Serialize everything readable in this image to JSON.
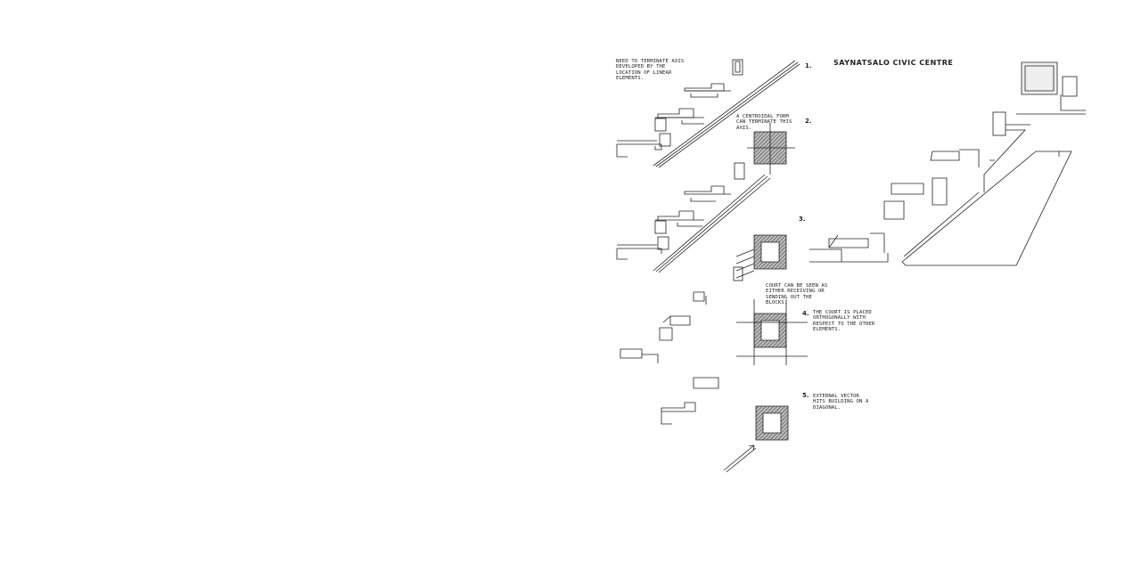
{
  "title": "SAYNATSALO CIVIC CENTRE",
  "steps": [
    {
      "number": "1.",
      "note": "NEED TO TERMINATE AXIS DEVELOPED BY THE LOCATION OF LINEAR ELEMENTS."
    },
    {
      "number": "2.",
      "note": "A CENTROIDAL FORM CAN TERMINATE THIS AXIS."
    },
    {
      "number": "3.",
      "note": "COURT CAN BE SEEN AS EITHER RECEIVING OR SENDING OUT THE BLOCKS."
    },
    {
      "number": "4.",
      "note": "THE COURT IS PLACED ORTHOGONALLY WITH RESPECT TO THE OTHER ELEMENTS."
    },
    {
      "number": "5.",
      "note": "EXTERNAL VECTOR HITS BUILDING ON A DIAGONAL."
    }
  ]
}
